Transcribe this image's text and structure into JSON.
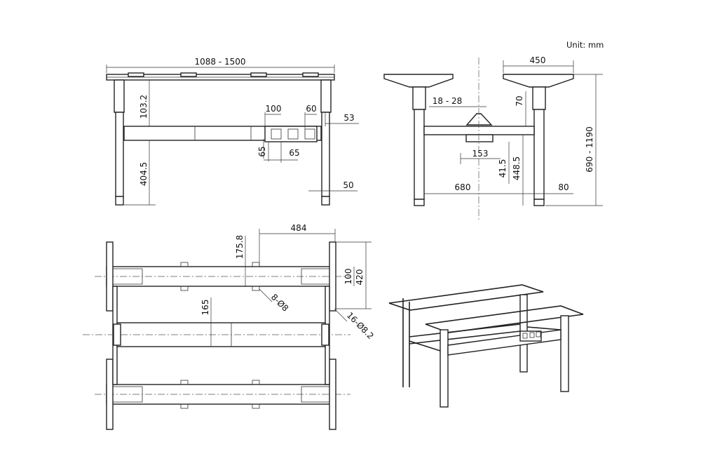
{
  "unit_label": "Unit: mm",
  "front_view": {
    "width": "1088 - 1500",
    "upper_height": "103.2",
    "lower_height": "404.5",
    "box_width": "100",
    "box_gap": "60",
    "box_offset": "53",
    "box_height": "65",
    "box_depth": "65",
    "leg_width": "50"
  },
  "side_view": {
    "top_width": "450",
    "clamp_range": "18 - 28",
    "top_thickness": "70",
    "height_range": "690 - 1190",
    "beam_width": "153",
    "beam_height": "41.5",
    "beam_ground": "448.5",
    "foot_span": "680",
    "foot_width": "80"
  },
  "top_view": {
    "span": "484",
    "offset": "175.8",
    "bracket_width": "100",
    "bracket_span": "420",
    "center_offset": "165",
    "holes_small": "8-Ø8",
    "holes_large": "16-Ø8.2"
  }
}
